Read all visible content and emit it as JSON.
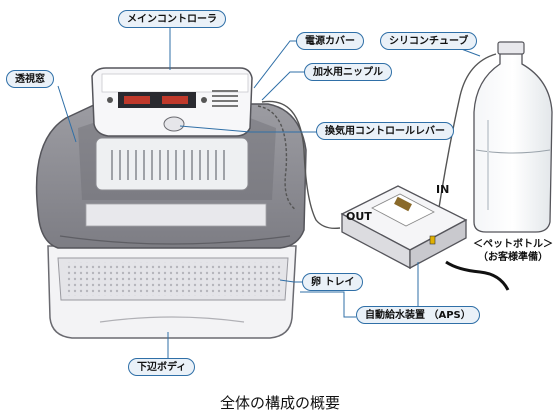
{
  "labels": {
    "main_controller": "メインコントローラ",
    "power_cover": "電源カバー",
    "silicone_tube": "シリコンチューブ",
    "viewing_window": "透視窓",
    "water_nipple": "加水用ニップル",
    "vent_lever": "換気用コントロールレバー",
    "egg_tray": "卵 トレイ",
    "aps": "自動給水装置 （APS）",
    "lower_body": "下辺ボディ",
    "out": "OUT",
    "in": "IN",
    "pet_bottle_line1": "＜ペットボトル＞",
    "pet_bottle_line2": "（お客様準備）"
  },
  "caption": "全体の構成の概要",
  "colors": {
    "callout_border": "#2f6fa7",
    "callout_fill": "#eaf1f8",
    "leader_line": "#2f6fa7",
    "body_gray": "#8e8e94"
  }
}
